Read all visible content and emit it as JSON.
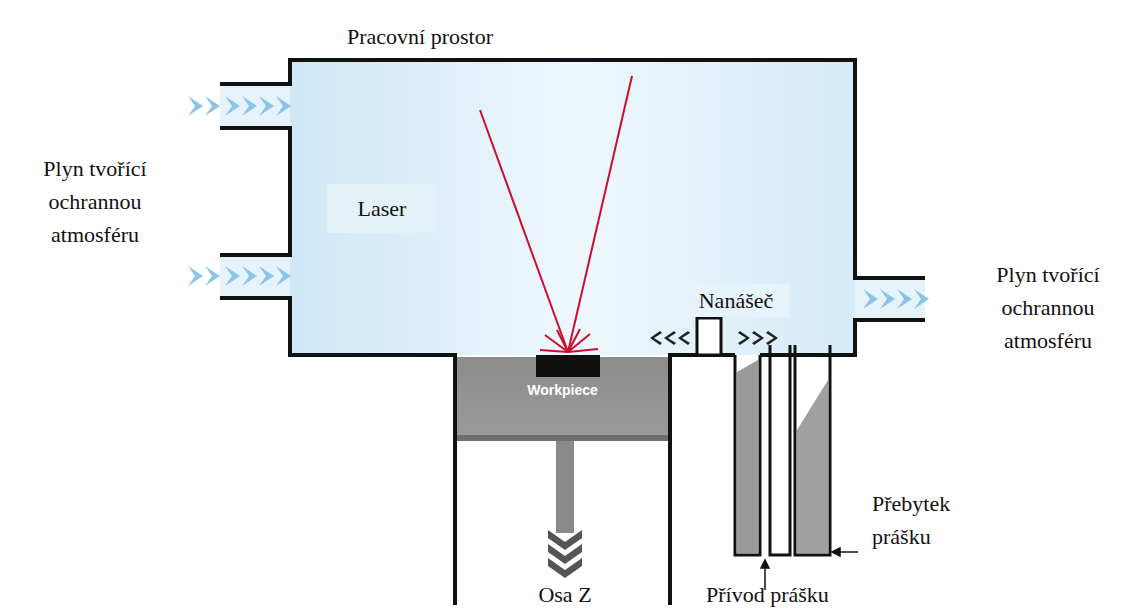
{
  "diagram": {
    "labels": [
      "Pracovní prostor",
      "Plyn tvořící ochrannou atmosféru",
      "Laser",
      "Nanášeč",
      "Plyn tvořící ochrannou atmosféru",
      "Workpiece",
      "Přebytek prášku",
      "Přívod prášku",
      "Osa Z"
    ]
  }
}
